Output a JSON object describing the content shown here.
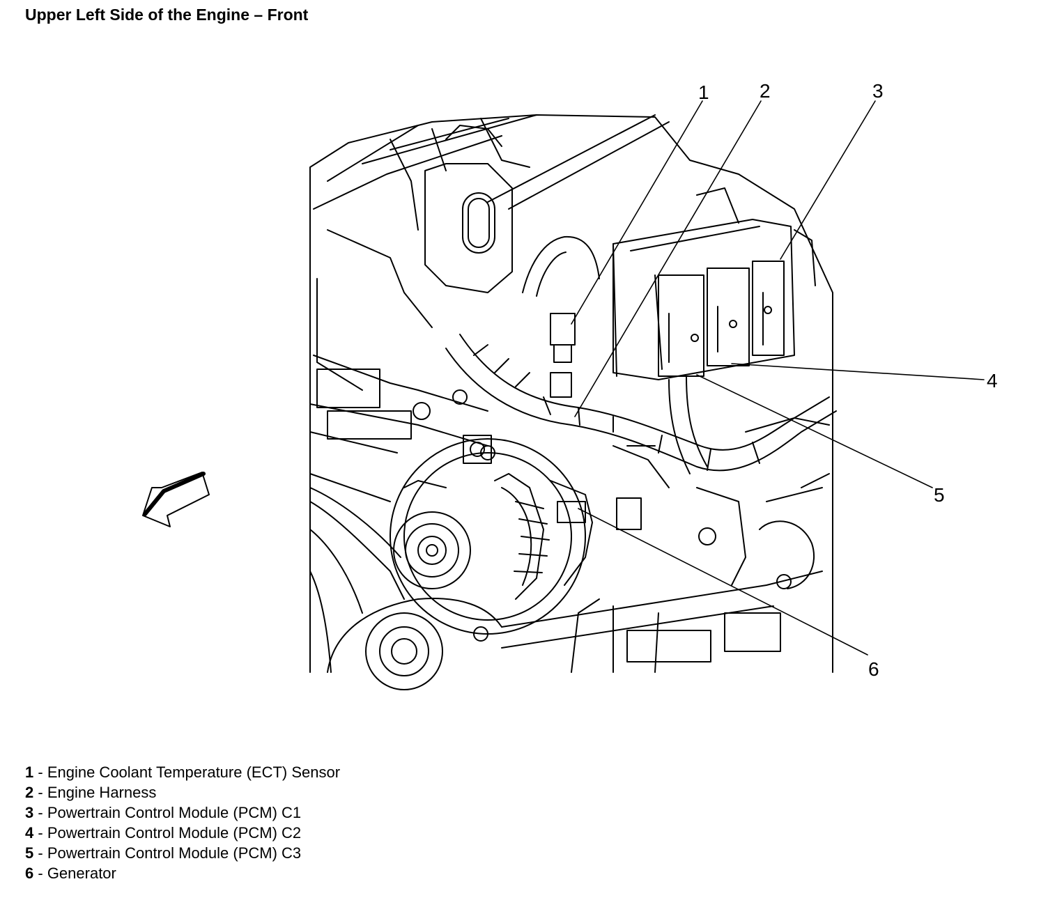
{
  "title": "Upper Left Side of the Engine – Front",
  "callouts": [
    "1",
    "2",
    "3",
    "4",
    "5",
    "6"
  ],
  "legend": [
    {
      "num": "1",
      "sep": " - ",
      "text": "Engine Coolant Temperature (ECT) Sensor"
    },
    {
      "num": "2",
      "sep": " - ",
      "text": "Engine Harness"
    },
    {
      "num": "3",
      "sep": " - ",
      "text": "Powertrain Control Module (PCM) C1"
    },
    {
      "num": "4",
      "sep": " - ",
      "text": "Powertrain Control Module (PCM) C2"
    },
    {
      "num": "5",
      "sep": " - ",
      "text": "Powertrain Control Module (PCM) C3"
    },
    {
      "num": "6",
      "sep": " - ",
      "text": "Generator"
    }
  ]
}
